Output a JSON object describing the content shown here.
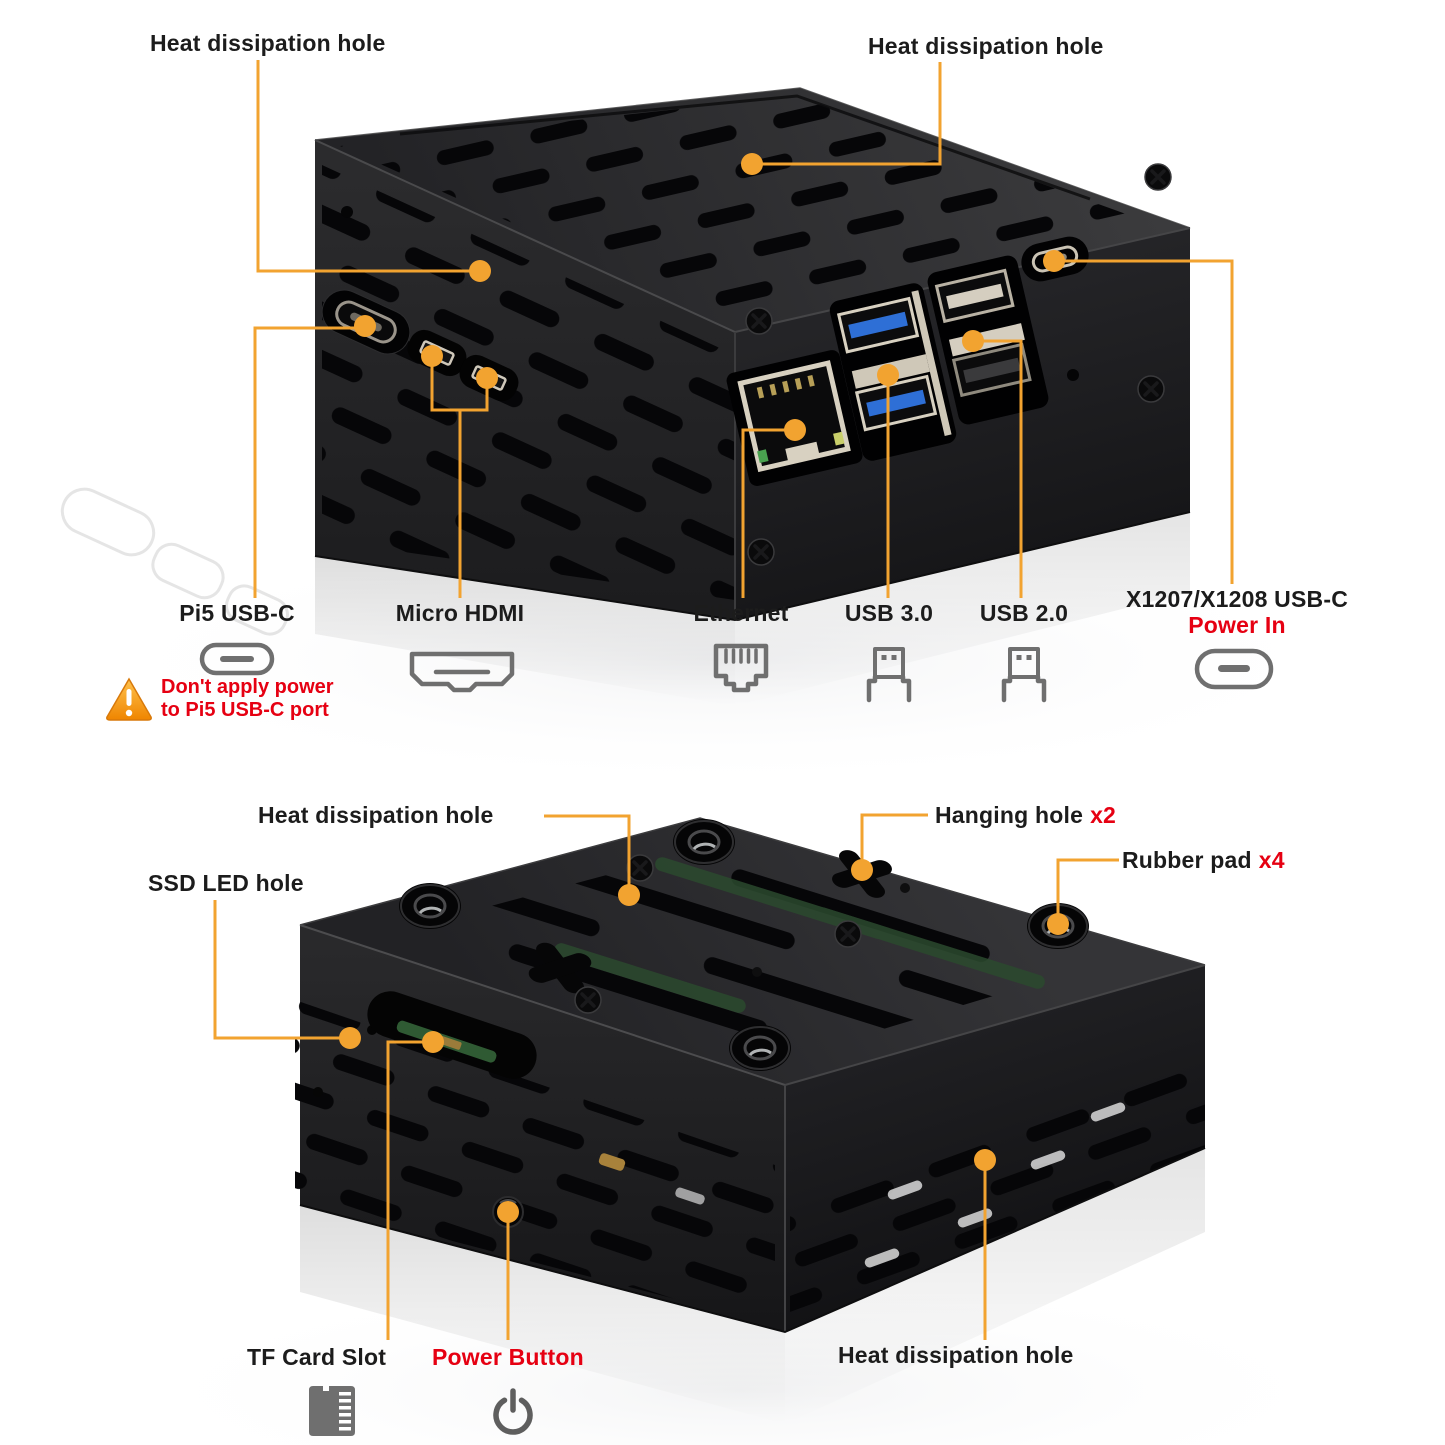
{
  "colors": {
    "accent": "#F2A330",
    "danger": "#E60012",
    "text": "#1C1C1C",
    "icon": "#6F6F6F",
    "bg": "#FFFFFF"
  },
  "top_view": {
    "callouts": {
      "heat_left": "Heat dissipation hole",
      "heat_right": "Heat dissipation hole"
    },
    "ports": {
      "pi5_usb_c": "Pi5 USB-C",
      "micro_hdmi": "Micro HDMI",
      "ethernet": "Ethernet",
      "usb3": "USB 3.0",
      "usb2": "USB 2.0",
      "power_model": "X1207/X1208 USB-C",
      "power_in": "Power In"
    },
    "warning": {
      "line1": "Don't apply power",
      "line2": "to Pi5 USB-C port"
    }
  },
  "bottom_view": {
    "callouts": {
      "heat_top": "Heat dissipation hole",
      "hanging_hole": "Hanging hole",
      "hanging_count": "x2",
      "rubber_pad": "Rubber pad",
      "rubber_count": "x4",
      "ssd_led": "SSD LED hole",
      "tf_card": "TF Card Slot",
      "power_button": "Power Button",
      "heat_bottom": "Heat dissipation hole"
    }
  },
  "icons": {
    "usb_c": "usb-c-port-icon",
    "micro_hdmi": "micro-hdmi-icon",
    "ethernet": "ethernet-jack-icon",
    "usb_a": "usb-a-plug-icon",
    "power_usb_c": "usb-c-power-icon",
    "tf_card": "tf-card-icon",
    "power": "power-symbol-icon",
    "warning": "warning-triangle-icon"
  }
}
